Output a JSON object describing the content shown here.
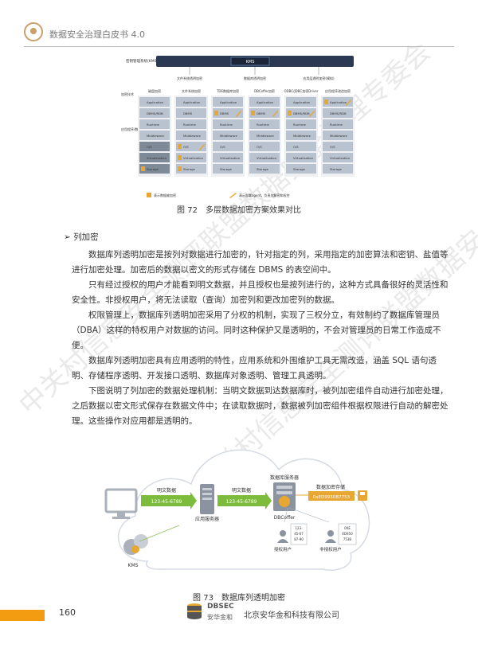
{
  "header": {
    "title": "数据安全治理白皮书 4.0"
  },
  "watermark": {
    "text": "中关村信息安全测评联盟数据安全治理专委会"
  },
  "figure72": {
    "caption": "图 72　多层数据加密方案效果对比",
    "kms_label": "密钥管理系统(KMS)",
    "kms_box": "KMS",
    "top_labels": [
      "文件系统透明加密",
      "数据库透明加密",
      "应用层透明加密(模拟)"
    ],
    "row_label_tech": "加密技术",
    "row_label_stack": "应用程序/数据库",
    "columns": [
      {
        "title": "磁盘加密",
        "cells": [
          "Application",
          "DBMS/RDB",
          "Runtime",
          "Middleware",
          "O/S",
          "Virtualisation",
          "Storage"
        ]
      },
      {
        "title": "文件系统加密",
        "cells": [
          "Application",
          "DBMS",
          "Runtime",
          "Middleware",
          "O/S",
          "Virtualisation",
          "Storage"
        ]
      },
      {
        "title": "TDE数据库加密",
        "cells": [
          "Application",
          "DBMS",
          "Runtime",
          "Middleware",
          "O/S",
          "Virtualisation",
          "Storage"
        ]
      },
      {
        "title": "DBCoffer加密",
        "cells": [
          "Application",
          "DBMS",
          "Runtime",
          "Middleware",
          "O/S",
          "Virtualisation",
          "Storage"
        ]
      },
      {
        "title": "ODBC/JDBC加密Driver",
        "cells": [
          "Application",
          "DBMS/RDB",
          "Runtime",
          "Middleware",
          "O/S",
          "Virtualisation",
          "Storage"
        ]
      },
      {
        "title": "应用程序改造加密",
        "cells": [
          "Application",
          "DBMS/RDB",
          "Runtime",
          "Middleware",
          "O/S",
          "Virtualisation",
          "Storage"
        ]
      }
    ],
    "legend": [
      "表示数据被加密",
      "表示部署agent，负责加解密和权控"
    ]
  },
  "section": {
    "title": "列加密",
    "paragraphs": [
      "数据库列透明加密是按列对数据进行加密的，针对指定的列，采用指定的加密算法和密钥、盐值等进行加密处理。加密后的数据以密文的形式存储在 DBMS 的表空间中。",
      "只有经过授权的用户才能看到明文数据，并且授权也是按列进行的，这种方式具备很好的灵活性和安全性。非授权用户，将无法读取（查询）加密列和更改加密列的数据。",
      "权限管理上，数据库列透明加密采用了分权的机制，实现了三权分立，有效制约了数据库管理员（DBA）这样的特权用户对数据的访问。同时这种保护又是透明的，不会对管理员的日常工作造成不便。",
      "数据库列透明加密具有应用透明的特性，应用系统和外围维护工具无需改造，涵盖 SQL 语句透明、存储程序透明、开发接口透明、数据库对象透明、管理工具透明。",
      "下图说明了列加密的数据处理机制：当明文数据到达数据库时，被列加密组件自动进行加密处理，之后数据以密文形式保存在数据文件中；在读取数据时，数据被列加密组件根据权限进行自动的解密处理。这些操作对应用都是透明的。"
    ]
  },
  "figure73": {
    "caption": "图 73　数据库列透明加密",
    "plain_label_1": "明文数据",
    "plain_value_1": "123-45-6789",
    "plain_label_2": "明文数据",
    "plain_value_2": "123-45-6789",
    "app_server": "应用服务器",
    "db_server": "数据库服务器",
    "dbcoffer": "DBCoffer",
    "cipher_label": "数据加密存储",
    "cipher_value": "0xED9950B7753",
    "auth_user": "授权用户",
    "unauth_user": "非授权用户",
    "auth_value": "123-\n45-67\n87-90",
    "unauth_value": "0XE\nED950\n753B",
    "kms": "KMS"
  },
  "footer": {
    "page_number": "160",
    "brand_en": "DBSEC",
    "brand_cn": "安华金和",
    "company": "北京安华金和科技有限公司"
  }
}
